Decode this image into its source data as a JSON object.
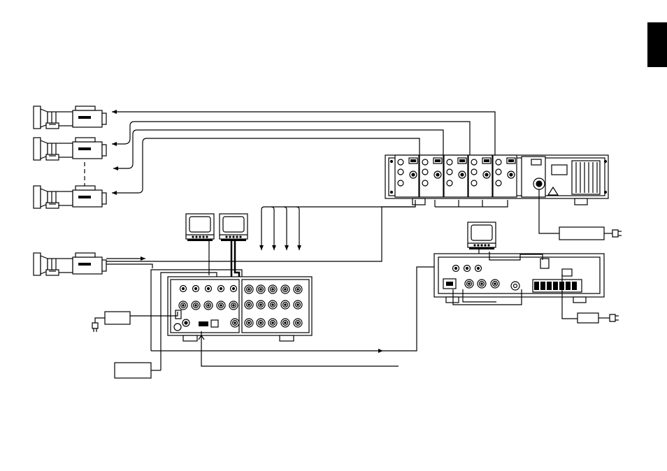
{
  "page": {
    "language_tab_color": "#000000"
  },
  "diagram": {
    "stroke_color": "#000000",
    "background": "#ffffff",
    "devices": [
      {
        "name": "camera-1",
        "icon": "camera-icon"
      },
      {
        "name": "camera-2",
        "icon": "camera-icon"
      },
      {
        "name": "camera-3",
        "icon": "camera-icon"
      },
      {
        "name": "camera-4",
        "icon": "camera-icon"
      },
      {
        "name": "monitor-1",
        "icon": "monitor-icon"
      },
      {
        "name": "monitor-2",
        "icon": "monitor-icon"
      },
      {
        "name": "monitor-3",
        "icon": "monitor-icon"
      },
      {
        "name": "rack-unit",
        "icon": "rack-unit-icon"
      },
      {
        "name": "switcher-unit",
        "icon": "switcher-icon"
      },
      {
        "name": "controller-unit",
        "icon": "controller-icon"
      },
      {
        "name": "power-adapter-1",
        "icon": "power-adapter-icon"
      },
      {
        "name": "power-adapter-2",
        "icon": "power-adapter-icon"
      },
      {
        "name": "power-adapter-3",
        "icon": "power-adapter-icon"
      },
      {
        "name": "recorder-box",
        "icon": "box-icon"
      }
    ]
  }
}
